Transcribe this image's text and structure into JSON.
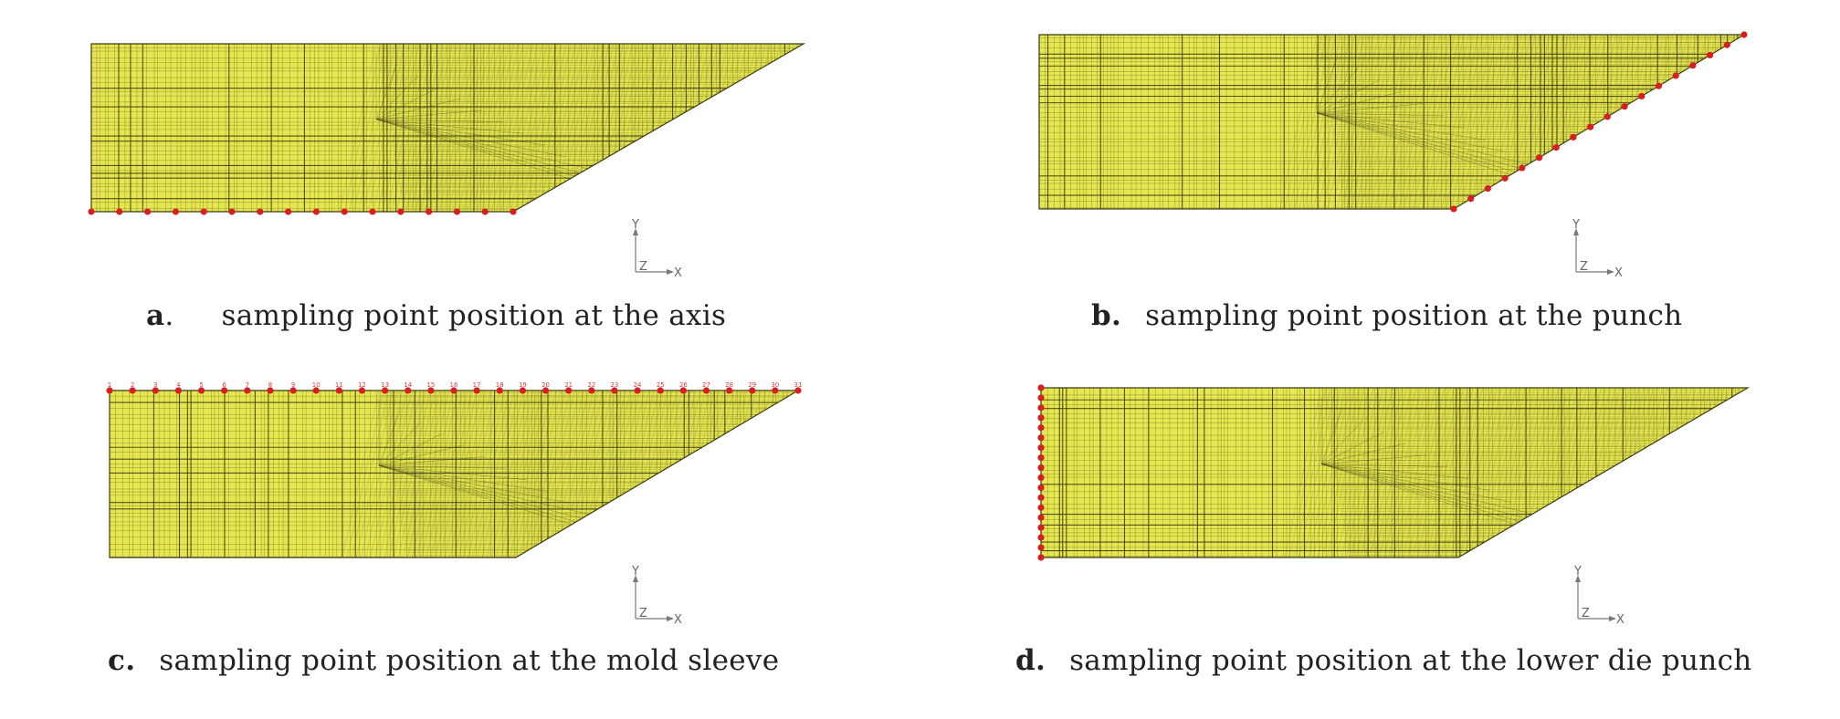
{
  "colors": {
    "mesh_fill": "#e6e650",
    "mesh_line": "#3a3a10",
    "sample_point": "#d81f1f",
    "sample_label": "#e03a3a",
    "axis_color": "#777777"
  },
  "axis_labels": {
    "y": "Y",
    "z": "Z",
    "x": "X"
  },
  "panels": [
    {
      "id": "a",
      "label": "a",
      "punct": ".",
      "text": "sampling point position at the axis",
      "sampling_edge": "bottom",
      "point_count": 16
    },
    {
      "id": "b",
      "label": "b",
      "punct": ".",
      "text": "sampling point position at the punch",
      "sampling_edge": "slope",
      "point_count": 18
    },
    {
      "id": "c",
      "label": "c",
      "punct": ".",
      "text": "sampling point position at the mold sleeve",
      "sampling_edge": "top",
      "point_count": 31
    },
    {
      "id": "d",
      "label": "d",
      "punct": ".",
      "text": "sampling point position at the lower die punch",
      "sampling_edge": "left",
      "point_count": 18
    }
  ]
}
